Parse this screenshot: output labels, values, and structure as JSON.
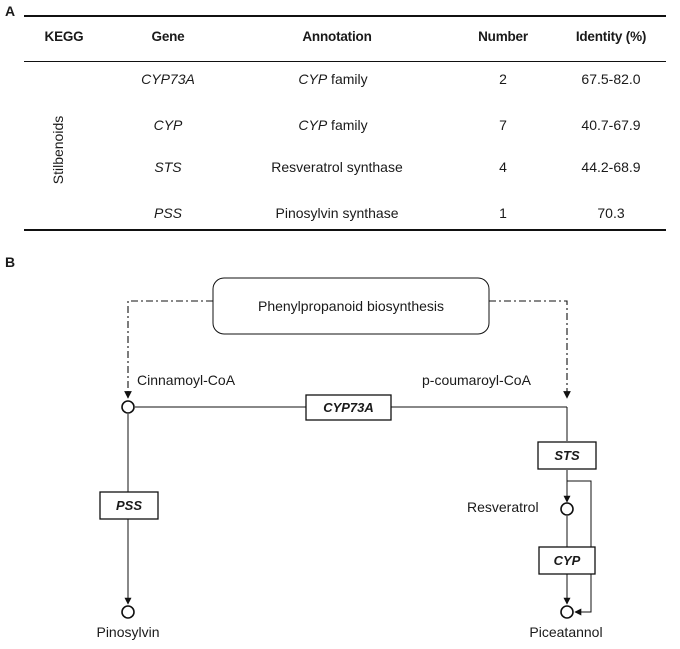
{
  "panels": {
    "a": "A",
    "b": "B"
  },
  "table": {
    "headers": {
      "kegg": "KEGG",
      "gene": "Gene",
      "annotation": "Annotation",
      "number": "Number",
      "identity": "Identity (%)"
    },
    "kegg_group": "Stilbenoids",
    "rows": [
      {
        "gene": "CYP73A",
        "annotation_italic": "CYP",
        "annotation_rest": " family",
        "number": "2",
        "identity": "67.5-82.0"
      },
      {
        "gene": "CYP",
        "annotation_italic": "CYP",
        "annotation_rest": " family",
        "number": "7",
        "identity": "40.7-67.9"
      },
      {
        "gene": "STS",
        "annotation_italic": "",
        "annotation_rest": "Resveratrol synthase",
        "number": "4",
        "identity": "44.2-68.9"
      },
      {
        "gene": "PSS",
        "annotation_italic": "",
        "annotation_rest": "Pinosylvin synthase",
        "number": "1",
        "identity": "70.3"
      }
    ]
  },
  "pathway": {
    "source": "Phenylpropanoid biosynthesis",
    "compounds": {
      "cinnamoyl": "Cinnamoyl-CoA",
      "coumaroyl": "p-coumaroyl-CoA",
      "resveratrol": "Resveratrol",
      "pinosylvin": "Pinosylvin",
      "piceatannol": "Piceatannol"
    },
    "enzymes": {
      "cyp73a": "CYP73A",
      "sts": "STS",
      "pss": "PSS",
      "cyp": "CYP"
    }
  }
}
